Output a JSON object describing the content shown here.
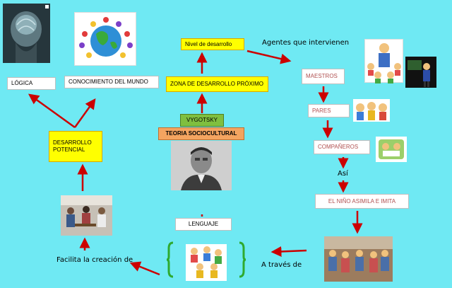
{
  "nodes": {
    "logica": "LÓGICA",
    "conocimiento": "CONOCIMIENTO DEL MUNDO",
    "zona": "ZONA DE DESARROLLO PRÓXIMO",
    "nivel": "Nivel de desarrollo",
    "vygotsky": "VYGOTSKY",
    "teoria": "TEORIA SOCIOCULTURAL",
    "desarrollo": "DESARROLLO POTENCIAL",
    "maestros": "MAESTROS",
    "pares": "PARES",
    "companeros": "COMPAÑEROS",
    "nino": "EL NIÑO ASIMILA E IMITA",
    "lenguaje": "LENGUAJE"
  },
  "labels": {
    "agentes": "Agentes que intervienen",
    "asi": "Así",
    "facilita": "Facilita la creación de",
    "traves": "A través de"
  },
  "colors": {
    "background": "#6fe9f3",
    "arrow": "#cc0000",
    "yellow_box": "#ffff00",
    "green_box": "#7fbf3f",
    "orange_box": "#f4a460"
  }
}
